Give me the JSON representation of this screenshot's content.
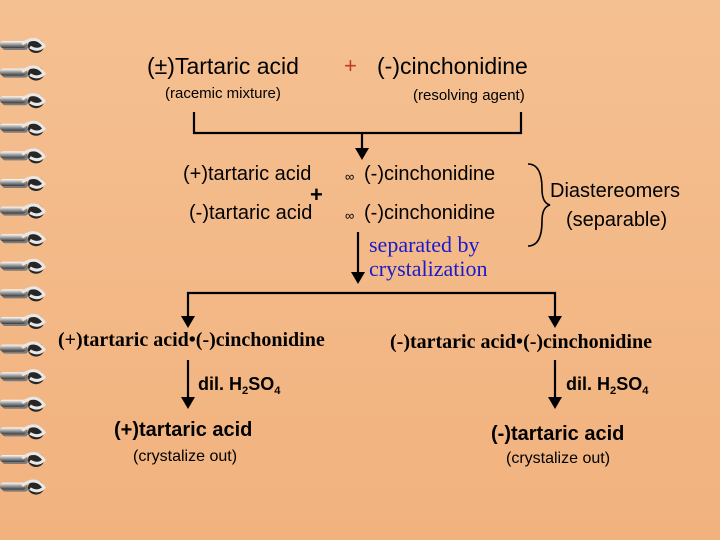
{
  "header": {
    "racemic": "(±)Tartaric acid",
    "plus": "+",
    "agent": "(-)cinchonidine",
    "racemic_note": "(racemic mixture)",
    "agent_note": "(resolving agent)"
  },
  "salts": {
    "row1_acid": "(+)tartaric acid",
    "row1_dot": "∞",
    "row1_base": "(-)cinchonidine",
    "plus_mark": "+",
    "row2_acid": "(-)tartaric acid",
    "row2_dot": "∞",
    "row2_base": "(-)cinchonidine",
    "diastereomers": "Diastereomers",
    "separable": "(separable)"
  },
  "step": {
    "line1": "separated by",
    "line2": "crystalization"
  },
  "left_branch": {
    "salt_acid": "(+)tartaric acid",
    "salt_dot": "•",
    "salt_base": "(-)cinchonidine",
    "reagent_prefix": "dil. H",
    "reagent_sub1": "2",
    "reagent_mid": "SO",
    "reagent_sub2": "4",
    "product": "(+)tartaric acid",
    "note": "(crystalize out)"
  },
  "right_branch": {
    "salt_acid": "(-)tartaric acid",
    "salt_dot": "•",
    "salt_base": "(-)cinchonidine",
    "reagent_prefix": "dil. H",
    "reagent_sub1": "2",
    "reagent_mid": "SO",
    "reagent_sub2": "4",
    "product": "(-)tartaric acid",
    "note": "(crystalize out)"
  },
  "colors": {
    "background": "#f2b886",
    "blue_text": "#1a1acc",
    "red_plus": "#c0392b"
  }
}
